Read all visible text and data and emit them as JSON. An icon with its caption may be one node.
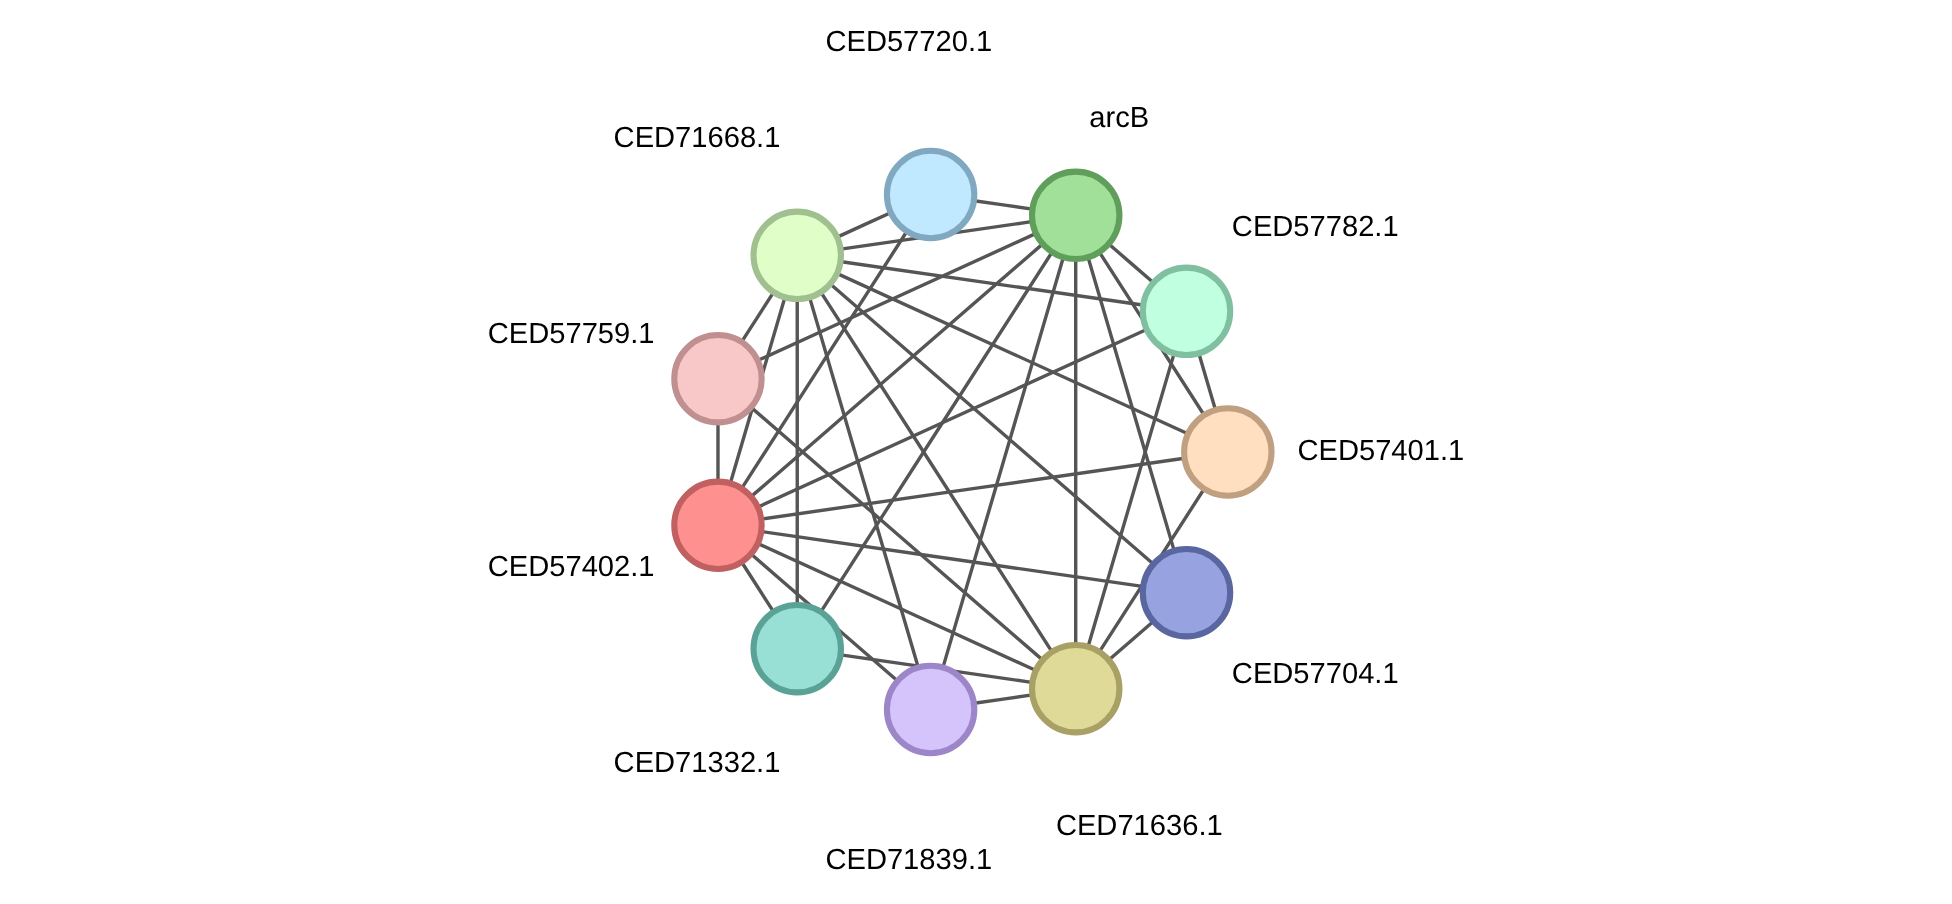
{
  "diagram": {
    "nodes": [
      {
        "text": [],
        "shape": "circle",
        "beside": [
          "CED57704.1"
        ]
      },
      {
        "text": [],
        "shape": "circle",
        "beside": [
          "CED71839.1"
        ]
      },
      {
        "text": [],
        "shape": "circle",
        "beside": [
          "CED71332.1"
        ]
      },
      {
        "text": [],
        "shape": "circle",
        "beside": [
          "CED71668.1"
        ]
      },
      {
        "text": [],
        "shape": "circle",
        "beside": [
          "CED71636.1"
        ]
      },
      {
        "text": [],
        "shape": "circle",
        "beside": [
          "CED57401.1"
        ]
      },
      {
        "text": [],
        "shape": "circle",
        "beside": [
          "CED57402.1"
        ]
      },
      {
        "text": [],
        "shape": "circle",
        "beside": [
          "arcB"
        ]
      },
      {
        "text": [],
        "shape": "circle",
        "beside": [
          "CED57782.1"
        ]
      },
      {
        "text": [],
        "shape": "circle",
        "beside": [
          "CED57759.1"
        ]
      },
      {
        "text": [],
        "shape": "circle",
        "beside": [
          "CED57720.1"
        ]
      }
    ],
    "edges": [
      {
        "from": 3,
        "to": 4,
        "arrow": "none"
      },
      {
        "from": 3,
        "to": 6,
        "arrow": "none"
      },
      {
        "from": 3,
        "to": 7,
        "arrow": "none"
      },
      {
        "from": 4,
        "to": 6,
        "arrow": "none"
      },
      {
        "from": 4,
        "to": 7,
        "arrow": "none"
      },
      {
        "from": 6,
        "to": 7,
        "arrow": "none"
      },
      {
        "from": 0,
        "to": 3,
        "arrow": "none"
      },
      {
        "from": 0,
        "to": 4,
        "arrow": "none"
      },
      {
        "from": 0,
        "to": 6,
        "arrow": "none"
      },
      {
        "from": 0,
        "to": 7,
        "arrow": "none"
      },
      {
        "from": 1,
        "to": 3,
        "arrow": "none"
      },
      {
        "from": 1,
        "to": 4,
        "arrow": "none"
      },
      {
        "from": 1,
        "to": 6,
        "arrow": "none"
      },
      {
        "from": 1,
        "to": 7,
        "arrow": "none"
      },
      {
        "from": 2,
        "to": 3,
        "arrow": "none"
      },
      {
        "from": 2,
        "to": 4,
        "arrow": "none"
      },
      {
        "from": 2,
        "to": 6,
        "arrow": "none"
      },
      {
        "from": 2,
        "to": 7,
        "arrow": "none"
      },
      {
        "from": 5,
        "to": 3,
        "arrow": "none"
      },
      {
        "from": 5,
        "to": 4,
        "arrow": "none"
      },
      {
        "from": 5,
        "to": 6,
        "arrow": "none"
      },
      {
        "from": 5,
        "to": 7,
        "arrow": "none"
      },
      {
        "from": 8,
        "to": 3,
        "arrow": "none"
      },
      {
        "from": 8,
        "to": 4,
        "arrow": "none"
      },
      {
        "from": 8,
        "to": 6,
        "arrow": "none"
      },
      {
        "from": 8,
        "to": 7,
        "arrow": "none"
      },
      {
        "from": 8,
        "to": 5,
        "arrow": "none"
      },
      {
        "from": 9,
        "to": 3,
        "arrow": "none"
      },
      {
        "from": 9,
        "to": 4,
        "arrow": "none"
      },
      {
        "from": 9,
        "to": 6,
        "arrow": "none"
      },
      {
        "from": 9,
        "to": 7,
        "arrow": "none"
      },
      {
        "from": 10,
        "to": 3,
        "arrow": "none"
      },
      {
        "from": 10,
        "to": 6,
        "arrow": "none"
      },
      {
        "from": 10,
        "to": 7,
        "arrow": "none"
      }
    ]
  }
}
